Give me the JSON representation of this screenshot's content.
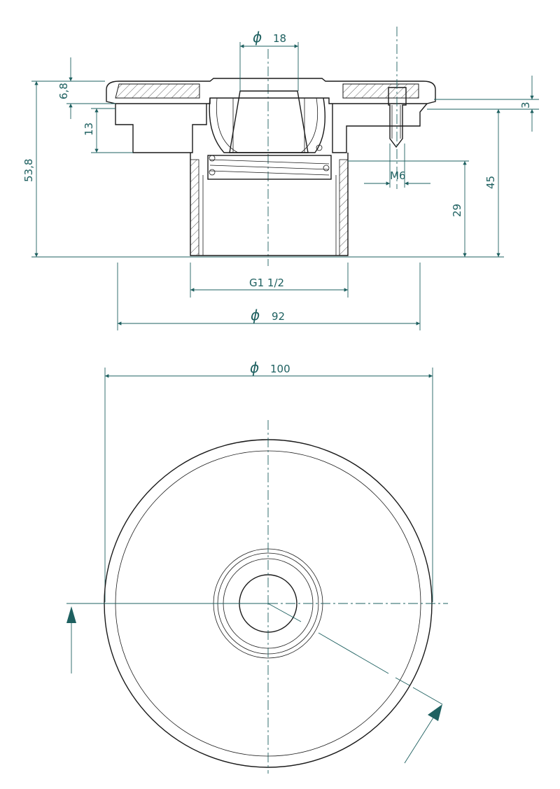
{
  "dimensions": {
    "bore_dia": {
      "symbol": "ϕ",
      "value": "18"
    },
    "height_total": "53,8",
    "flange_thickness": "6,8",
    "step_height": "13",
    "thread_g": "G1 1/2",
    "body_dia": {
      "symbol": "ϕ",
      "value": "92"
    },
    "cap_thickness": "3",
    "height_45": "45",
    "height_29": "29",
    "screw": "M6",
    "outer_dia": {
      "symbol": "ϕ",
      "value": "100"
    }
  },
  "colors": {
    "dimension": "#1e6060",
    "outline": "#1a1a1a"
  }
}
